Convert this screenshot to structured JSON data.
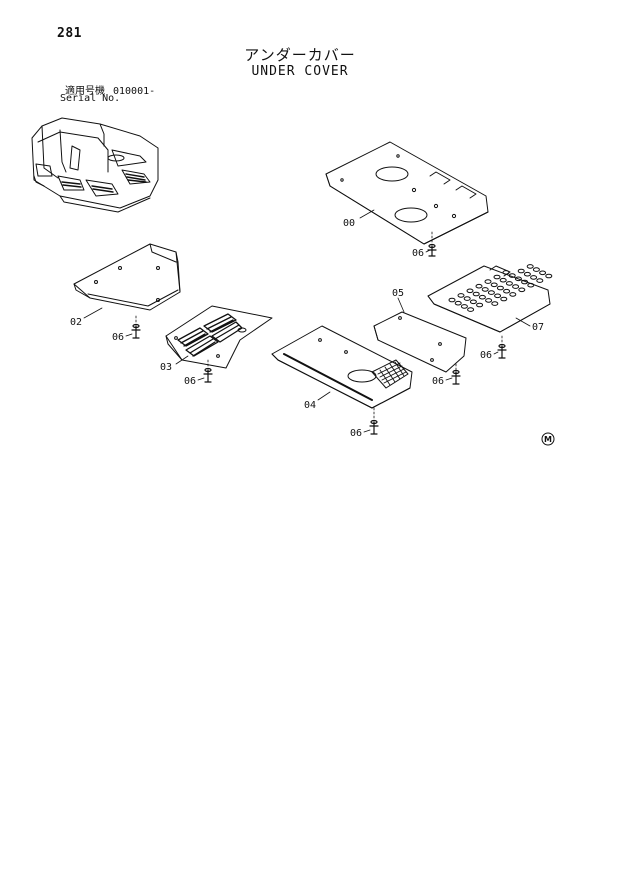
{
  "page": {
    "number": "281",
    "title_jp": "アンダーカバー",
    "title_en": "UNDER COVER",
    "serial_label_jp": "適用号機",
    "serial_value": "010001-",
    "serial_label_en": "Serial No.",
    "mark": "M"
  },
  "callouts": {
    "c00": "00",
    "c02": "02",
    "c03": "03",
    "c04": "04",
    "c05": "05",
    "c06a": "06",
    "c06b": "06",
    "c06c": "06",
    "c06d": "06",
    "c06e": "06",
    "c06f": "06",
    "c07": "07"
  }
}
